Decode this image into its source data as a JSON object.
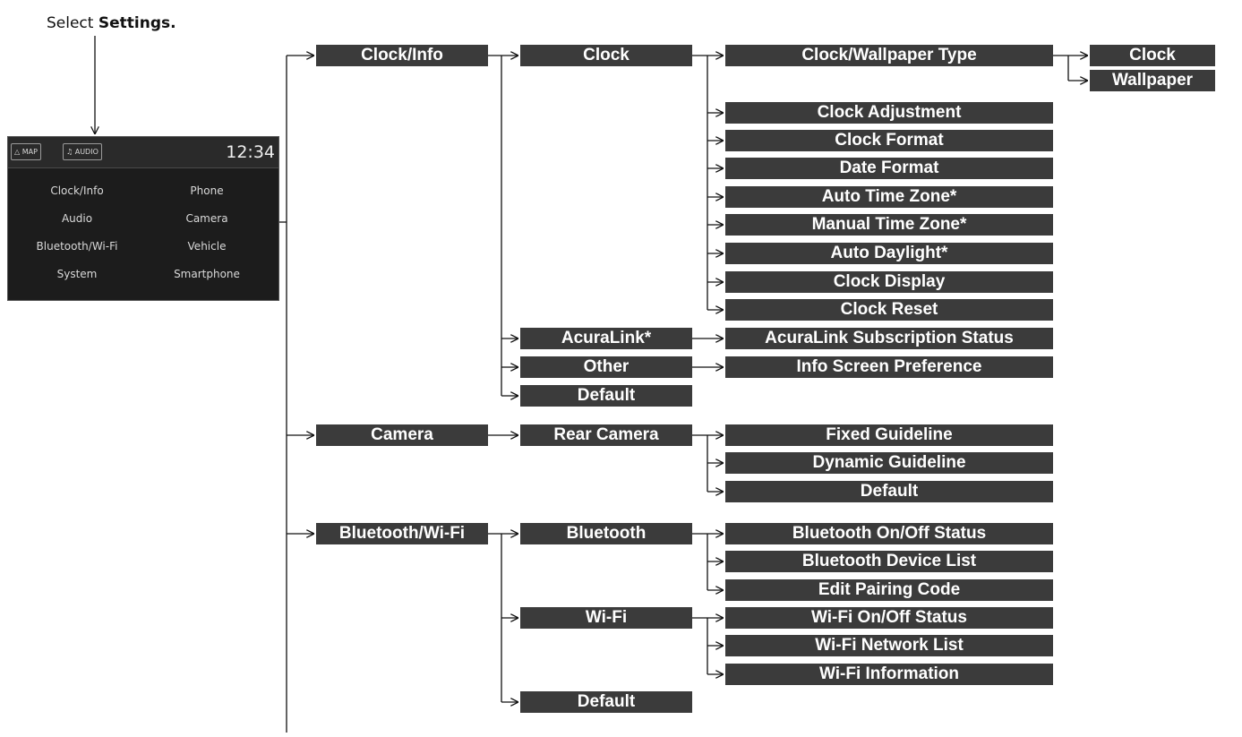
{
  "instruction": {
    "prefix": "Select ",
    "bold": "Settings."
  },
  "screen": {
    "map_btn": "MAP",
    "audio_btn": "AUDIO",
    "clock": "12:34",
    "items": [
      "Clock/Info",
      "Phone",
      "Audio",
      "Camera",
      "Bluetooth/Wi-Fi",
      "Vehicle",
      "System",
      "Smartphone"
    ]
  },
  "menu": {
    "clock_info": {
      "label": "Clock/Info",
      "clock": {
        "label": "Clock",
        "items": [
          "Clock/Wallpaper Type",
          "Clock Adjustment",
          "Clock Format",
          "Date Format",
          "Auto Time Zone*",
          "Manual Time Zone*",
          "Auto Daylight*",
          "Clock Display",
          "Clock Reset"
        ],
        "wallpaper_type_options": [
          "Clock",
          "Wallpaper"
        ]
      },
      "acuralink": {
        "label": "AcuraLink*",
        "items": [
          "AcuraLink Subscription Status"
        ]
      },
      "other": {
        "label": "Other",
        "items": [
          "Info Screen Preference"
        ]
      },
      "default": "Default"
    },
    "camera": {
      "label": "Camera",
      "rear_camera": {
        "label": "Rear Camera",
        "items": [
          "Fixed Guideline",
          "Dynamic Guideline",
          "Default"
        ]
      }
    },
    "bluetooth_wifi": {
      "label": "Bluetooth/Wi-Fi",
      "bluetooth": {
        "label": "Bluetooth",
        "items": [
          "Bluetooth On/Off Status",
          "Bluetooth Device List",
          "Edit Pairing Code"
        ]
      },
      "wifi": {
        "label": "Wi-Fi",
        "items": [
          "Wi-Fi On/Off Status",
          "Wi-Fi Network List",
          "Wi-Fi Information"
        ]
      },
      "default": "Default"
    }
  }
}
